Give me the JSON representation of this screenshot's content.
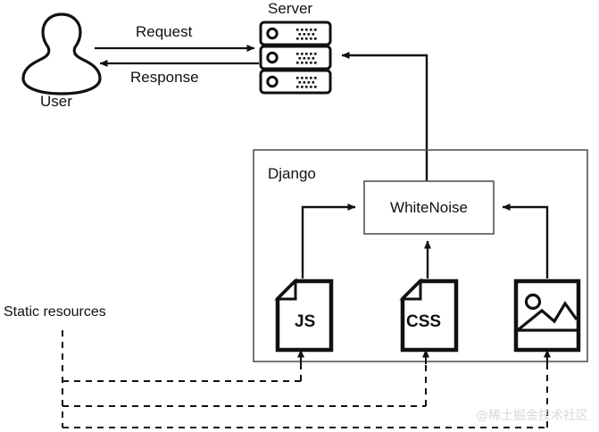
{
  "diagram": {
    "title_server": "Server",
    "title_user": "User",
    "title_django": "Django",
    "title_whitenoise": "WhiteNoise",
    "title_static": "Static resources",
    "flows": {
      "request": "Request",
      "response": "Response"
    },
    "assets": [
      {
        "id": "js",
        "label": "JS",
        "icon": "file-js-icon"
      },
      {
        "id": "css",
        "label": "CSS",
        "icon": "file-css-icon"
      },
      {
        "id": "image",
        "label": "",
        "icon": "file-image-icon"
      }
    ],
    "icons": {
      "user": "user-icon",
      "server": "server-rack-icon",
      "image": "picture-icon"
    },
    "colors": {
      "stroke": "#111111",
      "box_stroke": "#555555",
      "background": "#ffffff",
      "watermark": "#d9d9d9"
    },
    "watermark": "@稀土掘金技术社区"
  }
}
